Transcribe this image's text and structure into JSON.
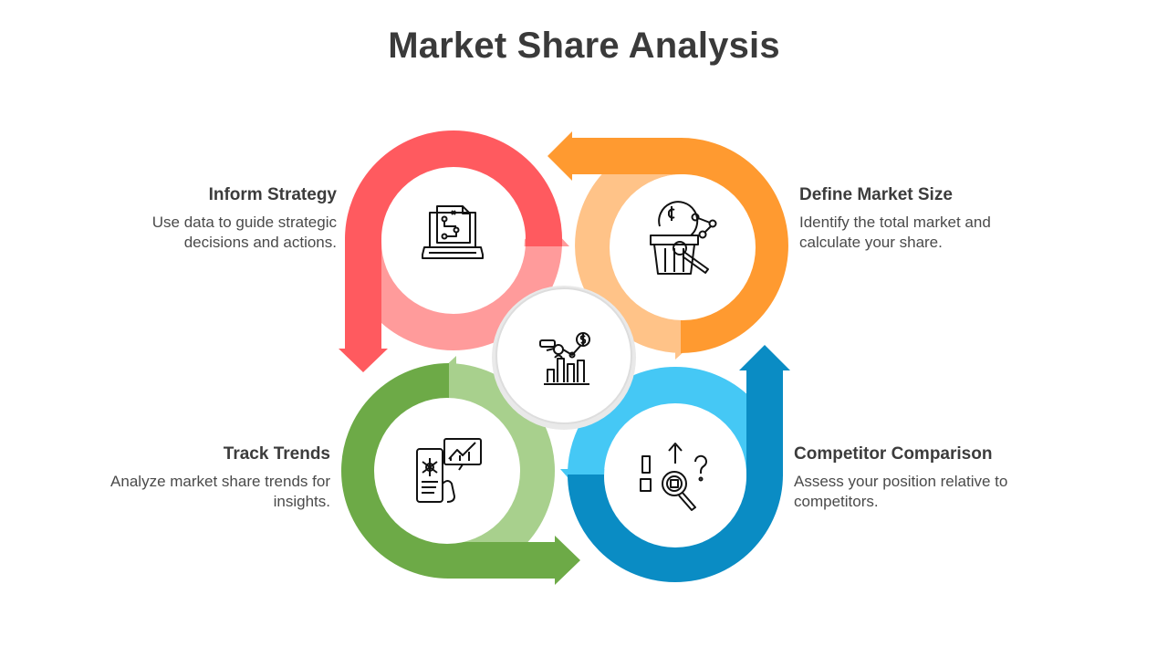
{
  "title": "Market Share Analysis",
  "steps": [
    {
      "id": "define",
      "heading": "Define Market Size",
      "desc": "Identify the total market and calculate your share.",
      "color": "#FF9A30",
      "light": "#FFC388",
      "icon": "market-basket-chart-icon"
    },
    {
      "id": "compare",
      "heading": "Competitor Comparison",
      "desc": "Assess your position relative to competitors.",
      "color": "#0A8CC4",
      "light": "#45C8F5",
      "icon": "competitor-analysis-icon"
    },
    {
      "id": "track",
      "heading": "Track Trends",
      "desc": "Analyze market share trends for insights.",
      "color": "#6DAA47",
      "light": "#A8D08D",
      "icon": "mobile-trend-chart-icon"
    },
    {
      "id": "inform",
      "heading": "Inform Strategy",
      "desc": "Use data to guide strategic decisions and actions.",
      "color": "#FF5A5F",
      "light": "#FF9B9B",
      "icon": "laptop-strategy-icon"
    }
  ],
  "center_icon": "analytics-chart-icon"
}
